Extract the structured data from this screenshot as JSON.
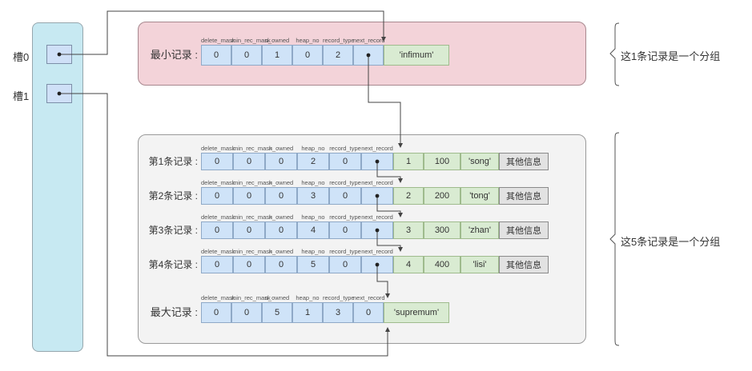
{
  "colors": {
    "page_directory_fill": "#c7e9f2",
    "slot_fill": "#cfe0f7",
    "infimum_group_fill": "#f3d3d9",
    "data_group_fill": "#f3f3f3",
    "field_cell_fill": "#cfe3f8",
    "value_cell_fill": "#d9ebd2",
    "other_cell_fill": "#e2e2e2",
    "arrow_color": "#444444"
  },
  "slots": [
    {
      "label": "槽0"
    },
    {
      "label": "槽1"
    }
  ],
  "field_headers": [
    "delete_mask",
    "min_rec_mask",
    "n_owned",
    "heap_no",
    "record_type",
    "next_record"
  ],
  "rows": {
    "infimum": {
      "label": "最小记录 :",
      "fields": [
        "0",
        "0",
        "1",
        "0",
        "2",
        "dot"
      ],
      "data_cells": [
        {
          "text": "'infimum'",
          "kind": "green"
        }
      ]
    },
    "records": [
      {
        "label": "第1条记录 :",
        "fields": [
          "0",
          "0",
          "0",
          "2",
          "0",
          "dot"
        ],
        "data_cells": [
          {
            "text": "1",
            "kind": "green"
          },
          {
            "text": "100",
            "kind": "green"
          },
          {
            "text": "'song'",
            "kind": "green"
          },
          {
            "text": "其他信息",
            "kind": "gray"
          }
        ]
      },
      {
        "label": "第2条记录 :",
        "fields": [
          "0",
          "0",
          "0",
          "3",
          "0",
          "dot"
        ],
        "data_cells": [
          {
            "text": "2",
            "kind": "green"
          },
          {
            "text": "200",
            "kind": "green"
          },
          {
            "text": "'tong'",
            "kind": "green"
          },
          {
            "text": "其他信息",
            "kind": "gray"
          }
        ]
      },
      {
        "label": "第3条记录 :",
        "fields": [
          "0",
          "0",
          "0",
          "4",
          "0",
          "dot"
        ],
        "data_cells": [
          {
            "text": "3",
            "kind": "green"
          },
          {
            "text": "300",
            "kind": "green"
          },
          {
            "text": "'zhan'",
            "kind": "green"
          },
          {
            "text": "其他信息",
            "kind": "gray"
          }
        ]
      },
      {
        "label": "第4条记录 :",
        "fields": [
          "0",
          "0",
          "0",
          "5",
          "0",
          "dot"
        ],
        "data_cells": [
          {
            "text": "4",
            "kind": "green"
          },
          {
            "text": "400",
            "kind": "green"
          },
          {
            "text": "'lisi'",
            "kind": "green"
          },
          {
            "text": "其他信息",
            "kind": "gray"
          }
        ]
      }
    ],
    "supremum": {
      "label": "最大记录 :",
      "fields": [
        "0",
        "0",
        "5",
        "1",
        "3",
        "0"
      ],
      "data_cells": [
        {
          "text": "'supremum'",
          "kind": "green"
        }
      ]
    }
  },
  "annotations": [
    {
      "text": "这1条记录是一个分组"
    },
    {
      "text": "这5条记录是一个分组"
    }
  ]
}
